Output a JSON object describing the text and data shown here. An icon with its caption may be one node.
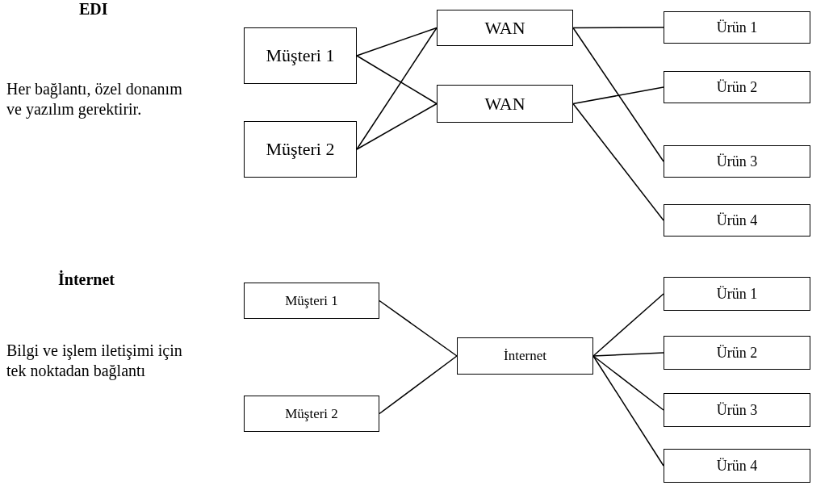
{
  "diagram": {
    "nodes": [
      {
        "text": [
          "Müşteri 1"
        ]
      },
      {
        "text": [
          "Müşteri 2"
        ]
      },
      {
        "text": [
          "WAN"
        ]
      },
      {
        "text": [
          "WAN"
        ]
      },
      {
        "text": [
          "Ürün 1"
        ]
      },
      {
        "text": [
          "Ürün 2"
        ]
      },
      {
        "text": [
          "Ürün 3"
        ]
      },
      {
        "text": [
          "Ürün 4"
        ]
      },
      {
        "text": [
          "Müşteri 1"
        ]
      },
      {
        "text": [
          "Müşteri 2"
        ]
      },
      {
        "text": [
          "İnternet"
        ]
      },
      {
        "text": [
          "Ürün 1"
        ]
      },
      {
        "text": [
          "Ürün 2"
        ]
      },
      {
        "text": [
          "Ürün 3"
        ]
      },
      {
        "text": [
          "Ürün 4"
        ]
      }
    ],
    "edges": [
      {
        "from": 0,
        "to": 2,
        "arrow": "none"
      },
      {
        "from": 0,
        "to": 3,
        "arrow": "none"
      },
      {
        "from": 1,
        "to": 2,
        "arrow": "none"
      },
      {
        "from": 1,
        "to": 3,
        "arrow": "none"
      },
      {
        "from": 2,
        "to": 4,
        "arrow": "none"
      },
      {
        "from": 2,
        "to": 6,
        "arrow": "none"
      },
      {
        "from": 3,
        "to": 5,
        "arrow": "none"
      },
      {
        "from": 3,
        "to": 7,
        "arrow": "none"
      },
      {
        "from": 8,
        "to": 10,
        "arrow": "none"
      },
      {
        "from": 9,
        "to": 10,
        "arrow": "none"
      },
      {
        "from": 10,
        "to": 11,
        "arrow": "none"
      },
      {
        "from": 10,
        "to": 12,
        "arrow": "none"
      },
      {
        "from": 10,
        "to": 13,
        "arrow": "none"
      },
      {
        "from": 10,
        "to": 14,
        "arrow": "none"
      }
    ],
    "labels": [
      "EDI",
      "Her bağlantı, özel donanım ve yazılım gerektirir.",
      "İnternet",
      "Bilgi ve işlem iletişimi için tek noktadan bağlantı"
    ]
  }
}
